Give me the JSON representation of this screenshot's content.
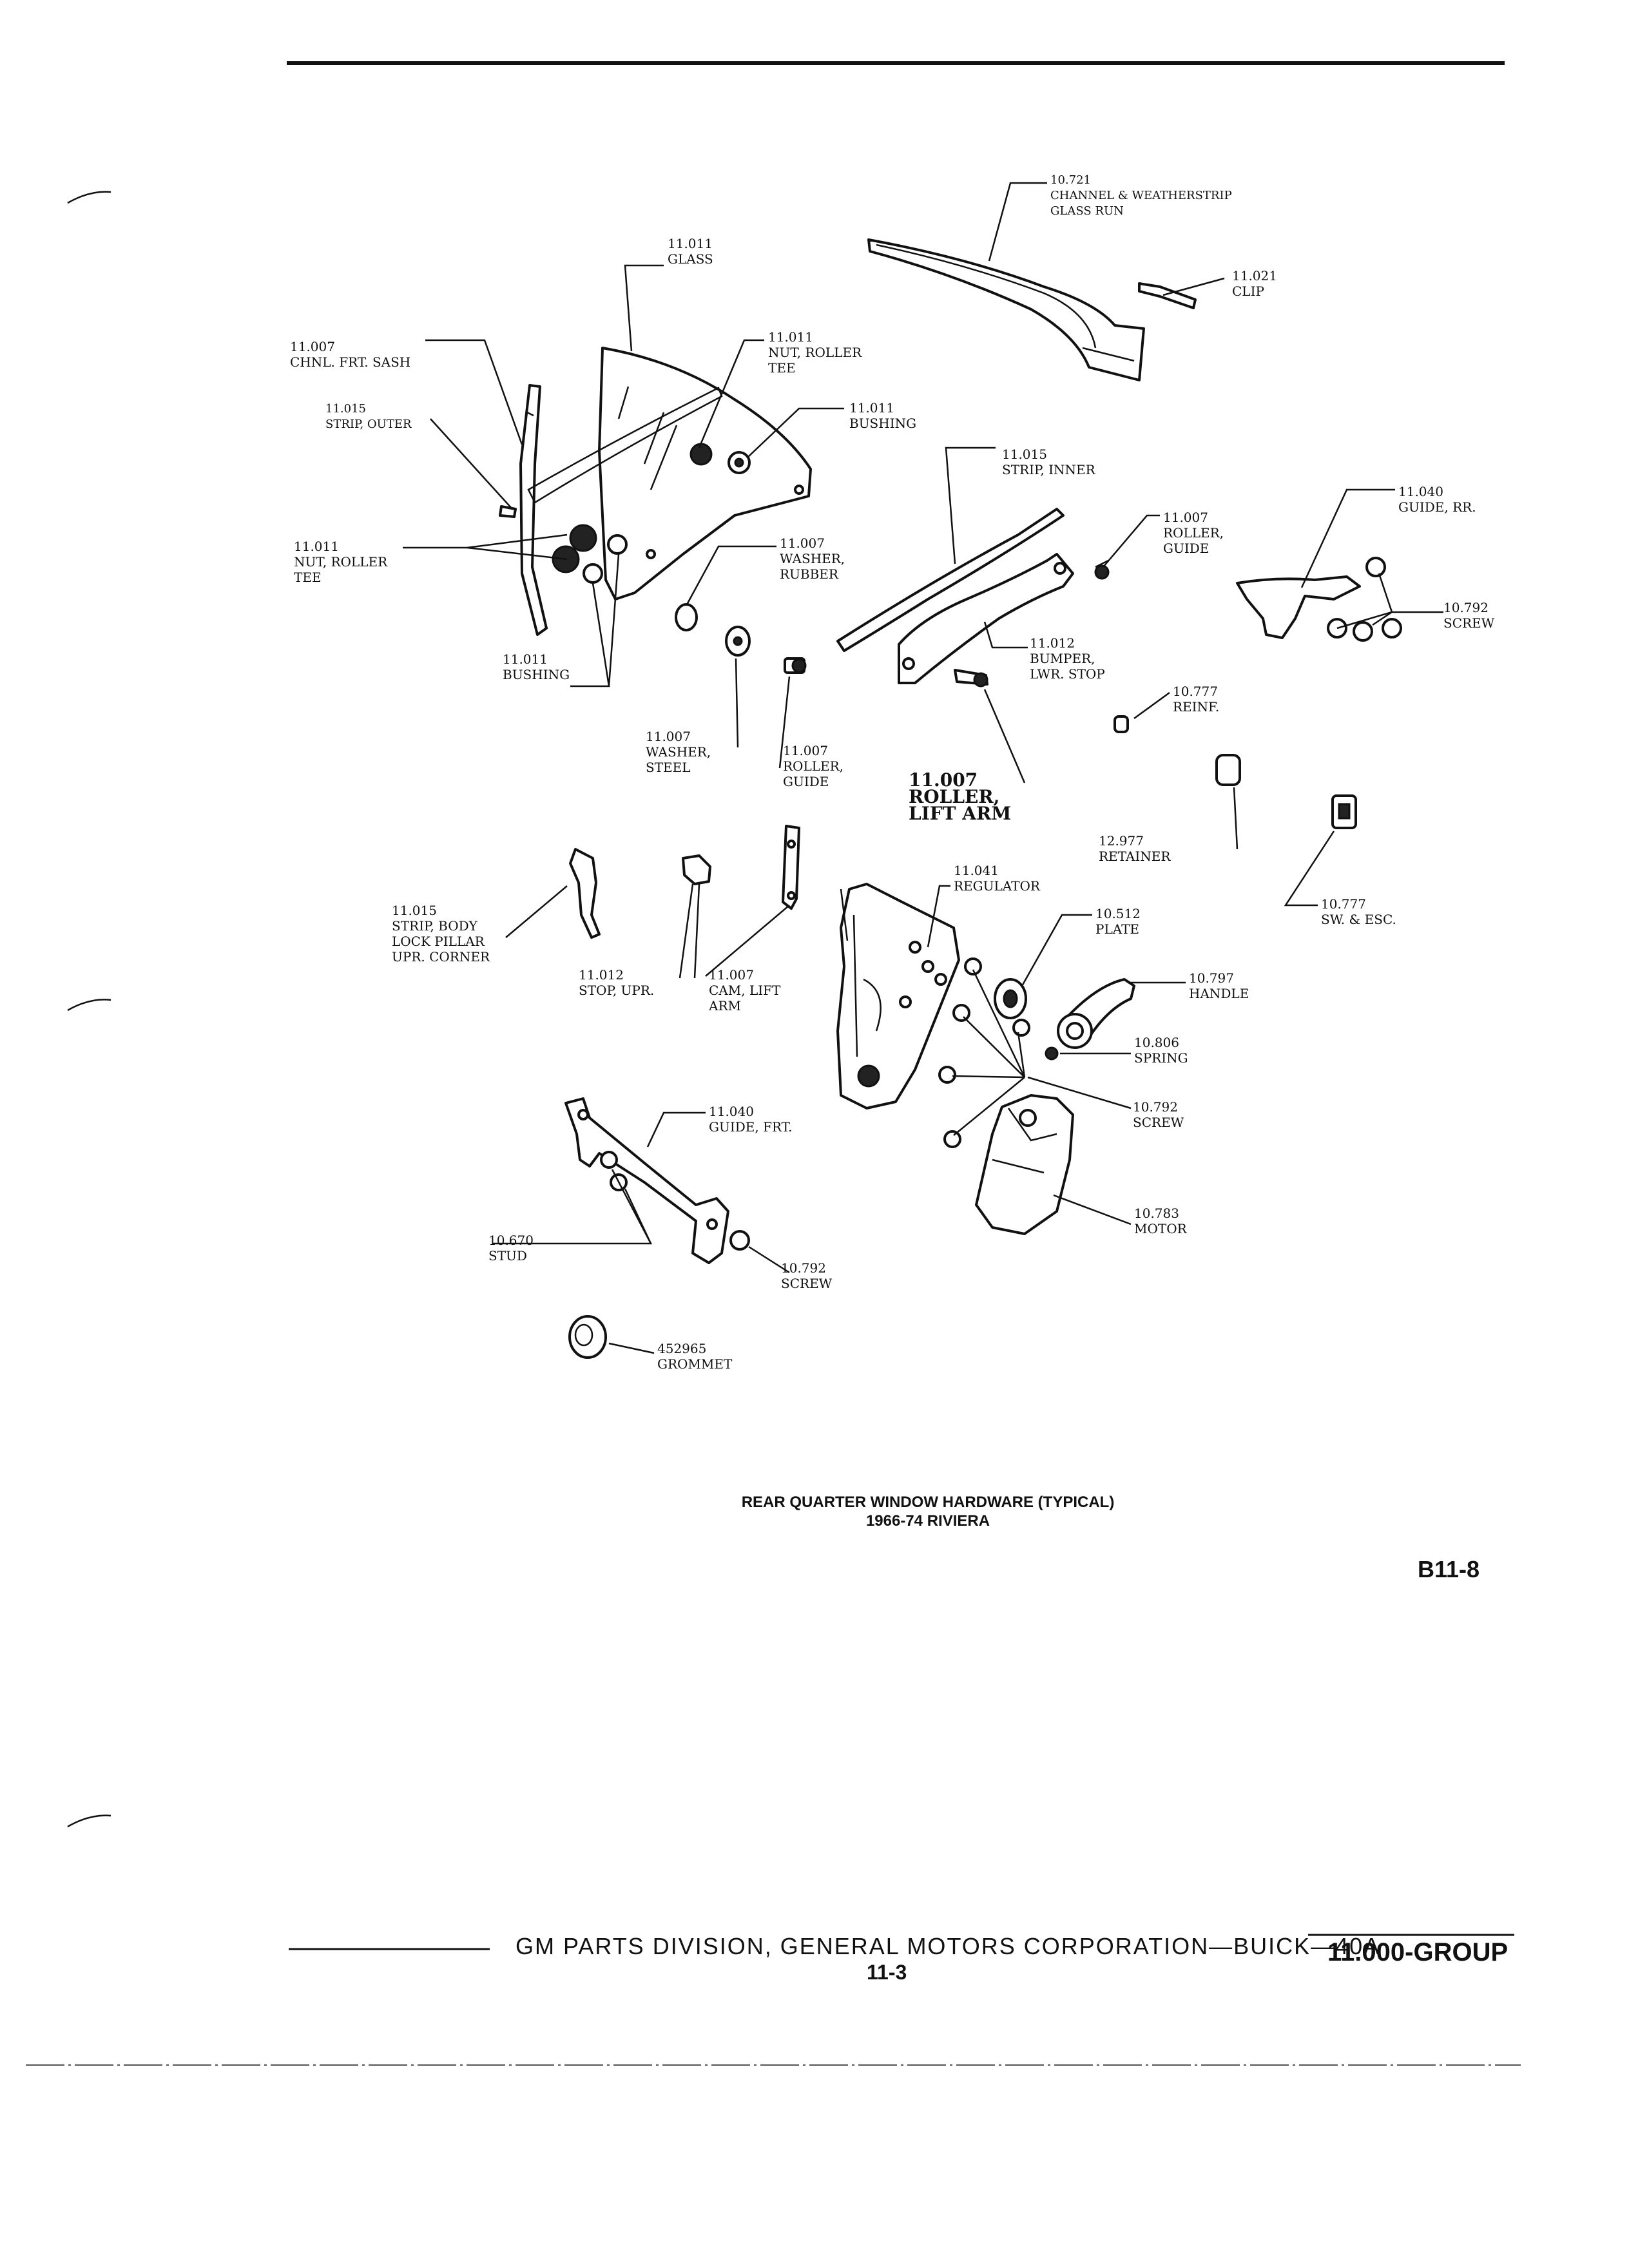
{
  "figure": {
    "title_line1": "REAR QUARTER WINDOW HARDWARE (TYPICAL)",
    "title_line2": "1966-74 RIVIERA",
    "code": "B11-8"
  },
  "footer": {
    "division": "GM PARTS DIVISION, GENERAL MOTORS CORPORATION—BUICK—40A",
    "page": "11-3",
    "group": "11.000-GROUP"
  },
  "callouts": [
    {
      "id": "c1",
      "lines": [
        "10.721",
        "CHANNEL & WEATHERSTRIP",
        "GLASS RUN"
      ]
    },
    {
      "id": "c2",
      "lines": [
        "11.021",
        "CLIP"
      ]
    },
    {
      "id": "c3",
      "lines": [
        "11.011",
        "GLASS"
      ]
    },
    {
      "id": "c4",
      "lines": [
        "11.011",
        "NUT, ROLLER",
        "TEE"
      ]
    },
    {
      "id": "c5",
      "lines": [
        "11.011",
        "BUSHING"
      ]
    },
    {
      "id": "c6",
      "lines": [
        "11.007",
        "CHNL. FRT. SASH"
      ]
    },
    {
      "id": "c7",
      "lines": [
        "11.015",
        "STRIP, OUTER"
      ]
    },
    {
      "id": "c8",
      "lines": [
        "11.015",
        "STRIP, INNER"
      ]
    },
    {
      "id": "c9",
      "lines": [
        "11.040",
        "GUIDE, RR."
      ]
    },
    {
      "id": "c10",
      "lines": [
        "11.007",
        "ROLLER,",
        "GUIDE"
      ]
    },
    {
      "id": "c11",
      "lines": [
        "11.011",
        "NUT, ROLLER",
        "TEE"
      ]
    },
    {
      "id": "c12",
      "lines": [
        "11.007",
        "WASHER,",
        "RUBBER"
      ]
    },
    {
      "id": "c13",
      "lines": [
        "10.792",
        "SCREW"
      ]
    },
    {
      "id": "c14",
      "lines": [
        "11.011",
        "BUSHING"
      ]
    },
    {
      "id": "c15",
      "lines": [
        "11.012",
        "BUMPER,",
        "LWR. STOP"
      ]
    },
    {
      "id": "c16",
      "lines": [
        "10.777",
        "REINF."
      ]
    },
    {
      "id": "c17",
      "lines": [
        "11.007",
        "WASHER,",
        "STEEL"
      ]
    },
    {
      "id": "c18",
      "lines": [
        "11.007",
        "ROLLER,",
        "GUIDE"
      ]
    },
    {
      "id": "c19",
      "lines": [
        "11.007",
        "ROLLER,",
        "LIFT ARM"
      ]
    },
    {
      "id": "c20",
      "lines": [
        "12.977",
        "RETAINER"
      ]
    },
    {
      "id": "c21",
      "lines": [
        "10.777",
        "SW. & ESC."
      ]
    },
    {
      "id": "c22",
      "lines": [
        "11.041",
        "REGULATOR"
      ]
    },
    {
      "id": "c23",
      "lines": [
        "11.015",
        "STRIP, BODY",
        "LOCK PILLAR",
        "UPR. CORNER"
      ]
    },
    {
      "id": "c24",
      "lines": [
        "10.512",
        "PLATE"
      ]
    },
    {
      "id": "c25",
      "lines": [
        "10.797",
        "HANDLE"
      ]
    },
    {
      "id": "c26",
      "lines": [
        "11.012",
        "STOP, UPR."
      ]
    },
    {
      "id": "c27",
      "lines": [
        "11.007",
        "CAM, LIFT",
        "ARM"
      ]
    },
    {
      "id": "c28",
      "lines": [
        "10.806",
        "SPRING"
      ]
    },
    {
      "id": "c29",
      "lines": [
        "10.792",
        "SCREW"
      ]
    },
    {
      "id": "c30",
      "lines": [
        "11.040",
        "GUIDE, FRT."
      ]
    },
    {
      "id": "c31",
      "lines": [
        "10.783",
        "MOTOR"
      ]
    },
    {
      "id": "c32",
      "lines": [
        "10.670",
        "STUD"
      ]
    },
    {
      "id": "c33",
      "lines": [
        "10.792",
        "SCREW"
      ]
    },
    {
      "id": "c34",
      "lines": [
        "452965",
        "GROMMET"
      ]
    }
  ]
}
